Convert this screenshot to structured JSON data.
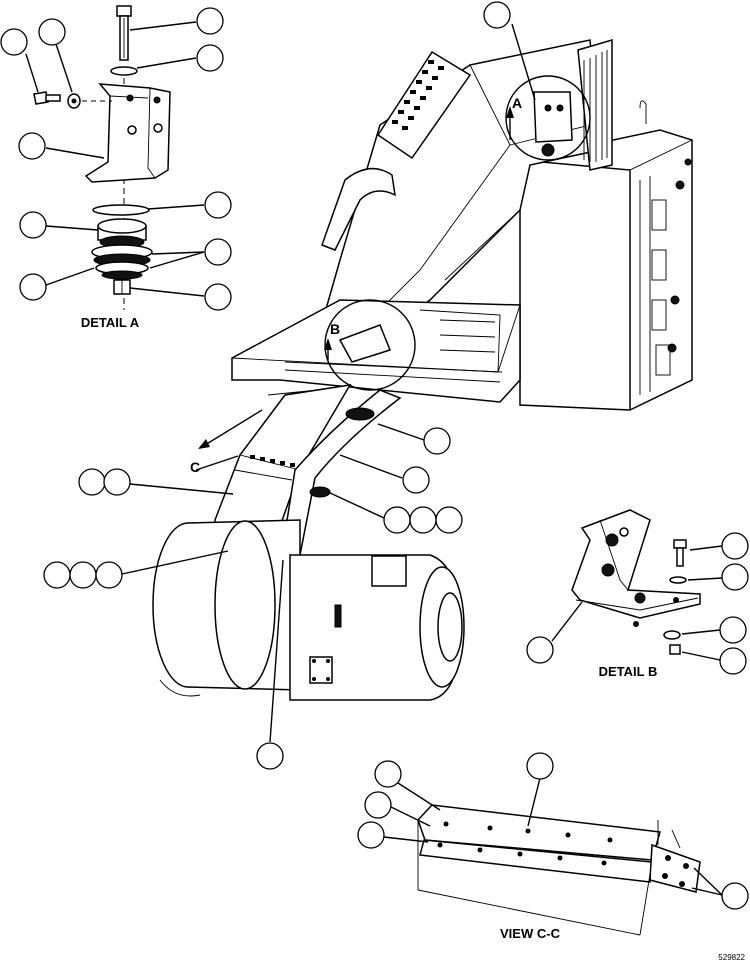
{
  "labels": {
    "detail_a": "DETAIL A",
    "detail_b": "DETAIL B",
    "view_cc": "VIEW C-C",
    "arrow_a": "A",
    "arrow_b": "B",
    "arrow_c": "C",
    "drawing_number": "529822"
  }
}
